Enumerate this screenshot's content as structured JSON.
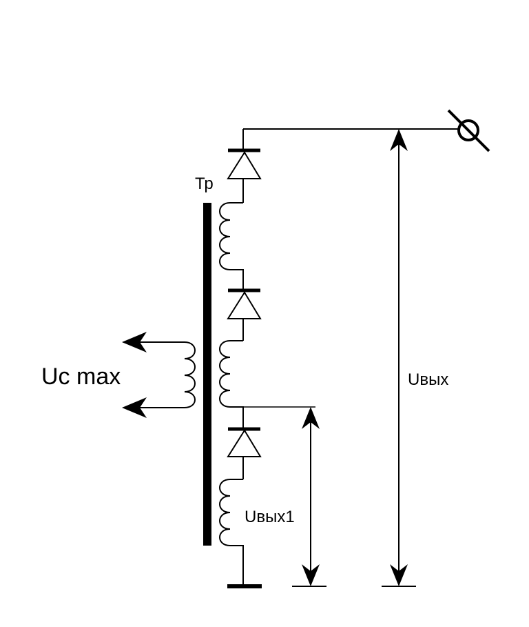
{
  "labels": {
    "transformer": "Тр",
    "input_voltage": "Uc max",
    "output_voltage": "Uвых",
    "stage_output_voltage": "Uвых1"
  },
  "colors": {
    "stroke": "#000000",
    "background": "#ffffff"
  }
}
